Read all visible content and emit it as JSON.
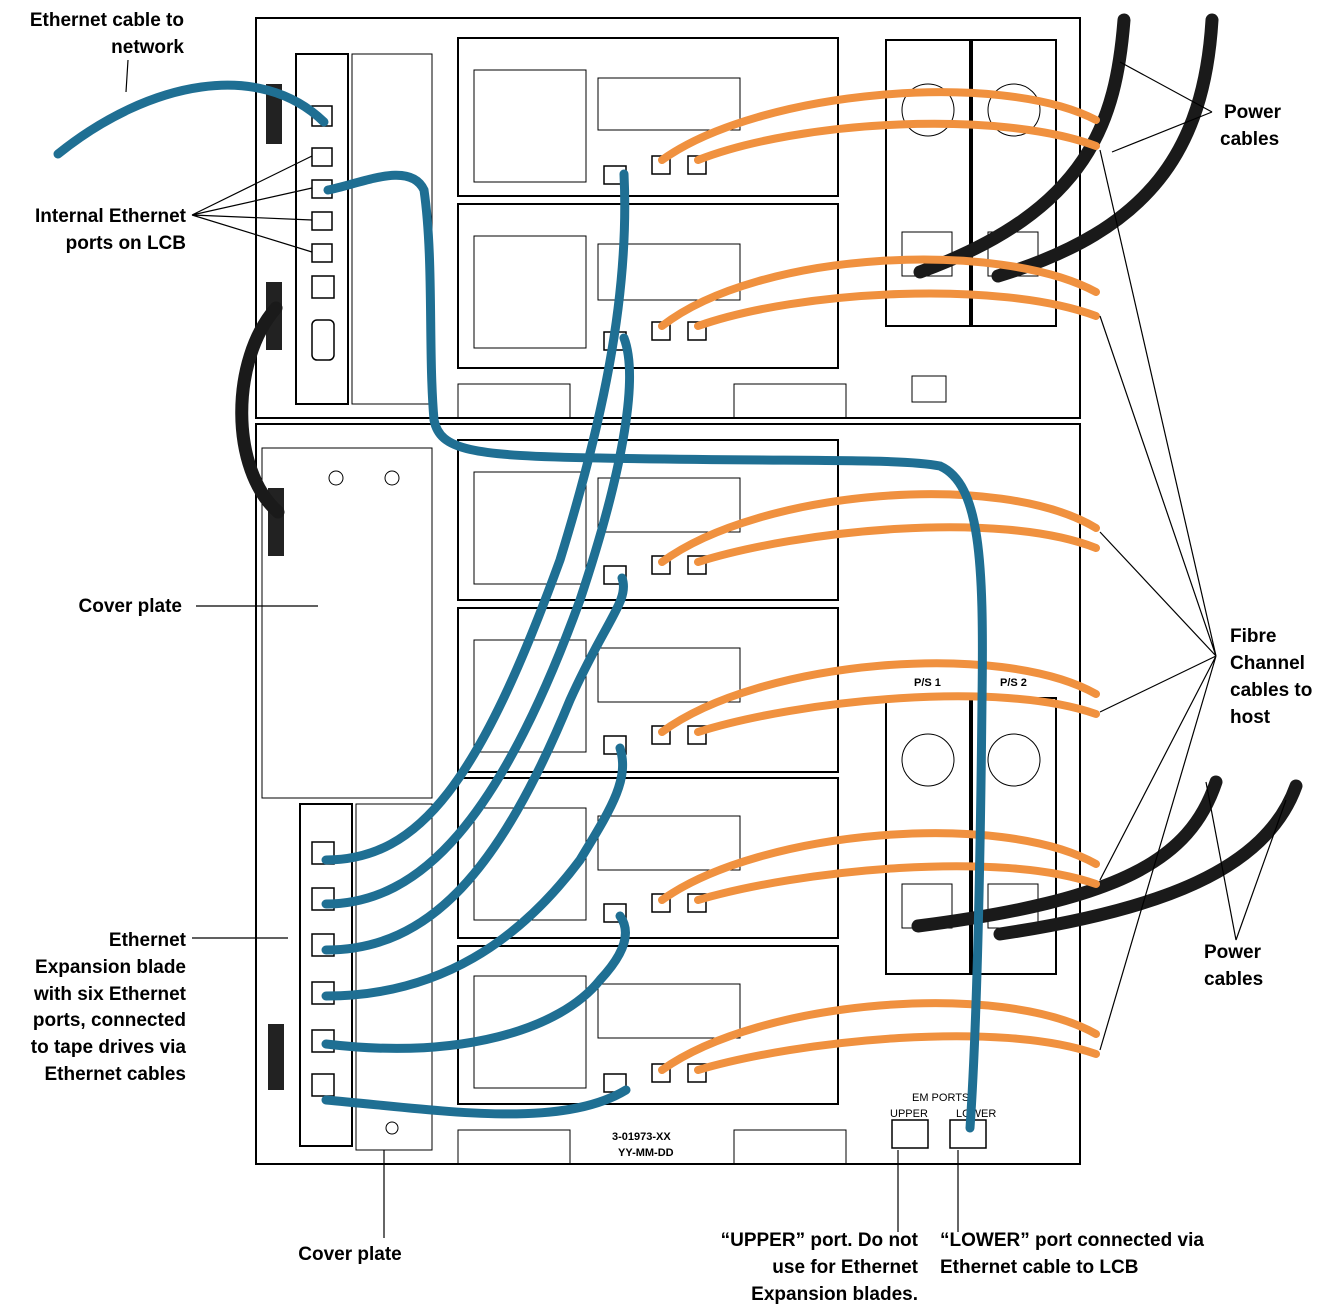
{
  "labels": {
    "ethernet_to_network": [
      "Ethernet cable to",
      "network"
    ],
    "internal_ports": [
      "Internal Ethernet",
      "ports on LCB"
    ],
    "cover_plate_left": "Cover plate",
    "expansion_blade": [
      "Ethernet",
      "Expansion blade",
      "with six Ethernet",
      "ports, connected",
      "to tape drives via",
      "Ethernet cables"
    ],
    "cover_plate_bottom": "Cover plate",
    "upper_port": [
      "“UPPER” port. Do not",
      "use for Ethernet",
      "Expansion blades."
    ],
    "lower_port": [
      "“LOWER” port connected via",
      "Ethernet cable to LCB"
    ],
    "power_cables_top": [
      "Power",
      "cables"
    ],
    "fibre_channel": [
      "Fibre",
      "Channel",
      "cables to",
      "host"
    ],
    "power_cables_bottom": [
      "Power",
      "cables"
    ]
  },
  "chassis_text": {
    "em_ports": "EM PORTS",
    "upper": "UPPER",
    "lower": "LOWER",
    "ps1": "P/S 1",
    "ps2": "P/S 2",
    "part_number": "3-01973-XX",
    "date_code": "YY-MM-DD"
  },
  "colors": {
    "ethernet_cable": "#1f6f93",
    "fibre_channel_cable": "#f0913f",
    "power_cable": "#1a1a1a"
  }
}
